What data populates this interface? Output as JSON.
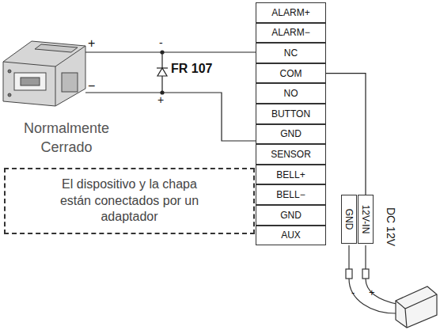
{
  "diagram": {
    "nodes": [
      {
        "text": [
          "ALARM+"
        ]
      },
      {
        "text": [
          "ALARM−"
        ]
      },
      {
        "text": [
          "NC"
        ]
      },
      {
        "text": [
          "COM"
        ]
      },
      {
        "text": [
          "NO"
        ]
      },
      {
        "text": [
          "BUTTON"
        ]
      },
      {
        "text": [
          "GND"
        ]
      },
      {
        "text": [
          "SENSOR"
        ]
      },
      {
        "text": [
          "BELL+"
        ]
      },
      {
        "text": [
          "BELL−"
        ]
      },
      {
        "text": [
          "GND"
        ]
      },
      {
        "text": [
          "AUX"
        ]
      },
      {
        "text": [
          "El dispositivo y la chapa están conectados por un adaptador"
        ]
      },
      {
        "text": [
          "GND"
        ]
      },
      {
        "text": [
          "12V-IN"
        ]
      }
    ],
    "edges": [
      {
        "from": 3,
        "to": 14,
        "arrow": "none"
      }
    ],
    "labels": [
      "+",
      "−",
      "-",
      "+",
      "FR 107",
      "Normalmente Cerrado",
      "DC 12V",
      "-",
      "+"
    ]
  }
}
